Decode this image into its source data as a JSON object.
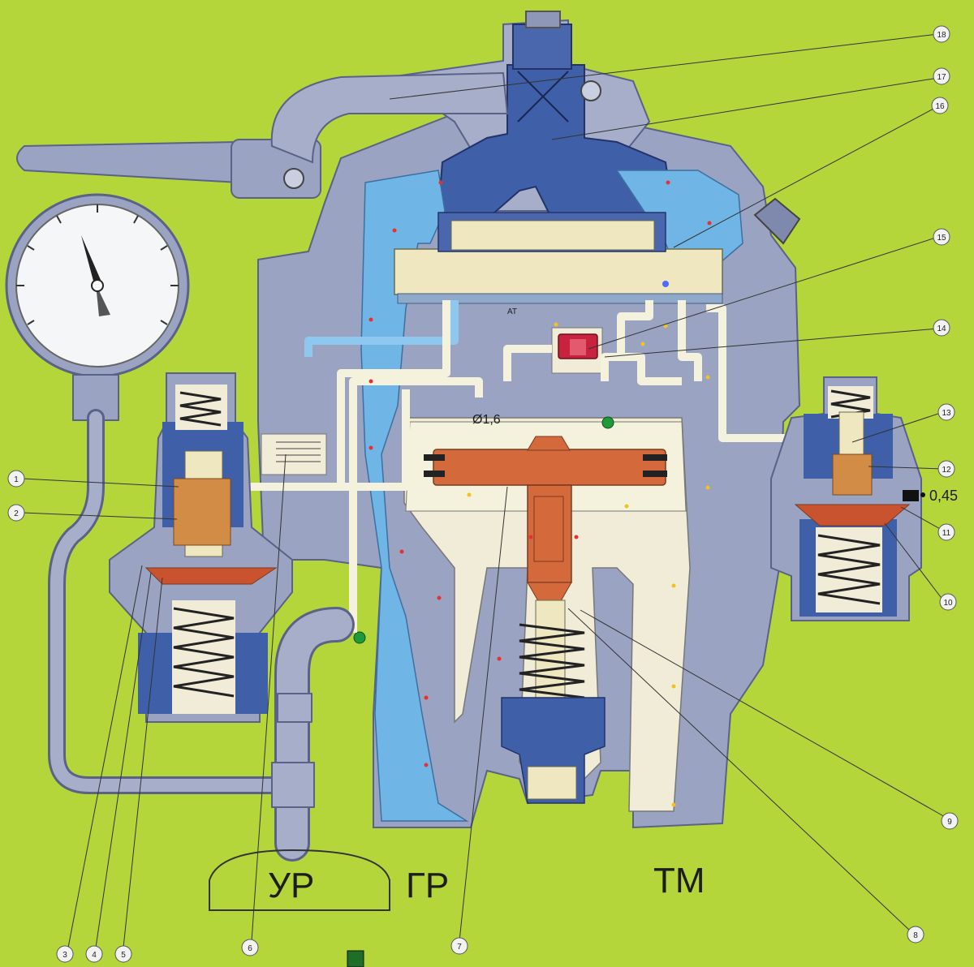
{
  "labels": {
    "ur": "УР",
    "gr": "ГР",
    "tm": "ТМ",
    "d16": "Ø1,6",
    "d045": "0,45",
    "at": "АТ"
  },
  "callouts": [
    "1",
    "2",
    "3",
    "4",
    "5",
    "6",
    "7",
    "8",
    "9",
    "10",
    "11",
    "12",
    "13",
    "14",
    "15",
    "16",
    "17",
    "18"
  ],
  "colors": {
    "background": "#b5d63a",
    "body_gray": "#9aa3c2",
    "reservoir_blue": "#6fb6e6",
    "dark_blue": "#3f5fa8",
    "piston_orange": "#d46a3c",
    "beige": "#efe7c0",
    "light_beige": "#f4f1dc",
    "pale_gray": "#e6e8ee"
  }
}
